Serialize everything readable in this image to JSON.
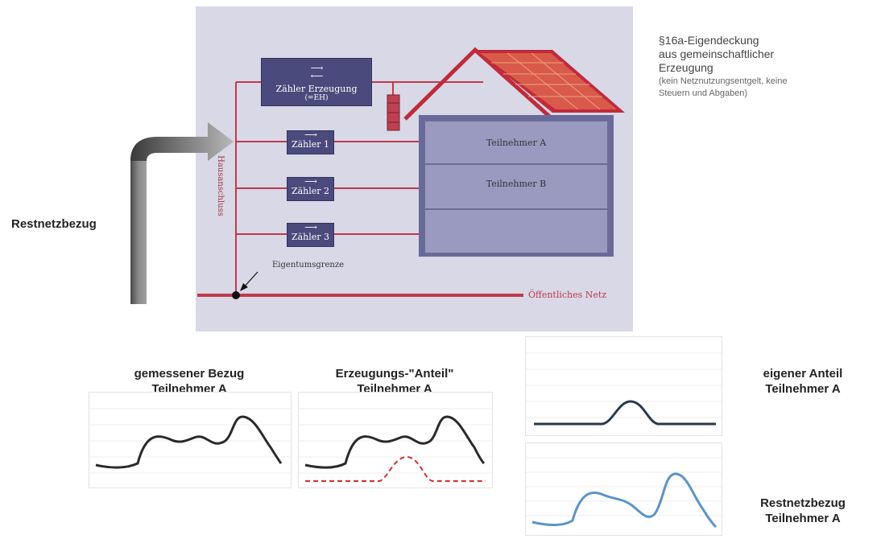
{
  "diagram": {
    "meter_generation": {
      "label": "Zähler Erzeugung",
      "sub": "(=EH)"
    },
    "meters": [
      {
        "label": "Zähler 1"
      },
      {
        "label": "Zähler 2"
      },
      {
        "label": "Zähler 3"
      }
    ],
    "participants": [
      "Teilnehmer A",
      "Teilnehmer B"
    ],
    "vertical_label": "Hausanschluss",
    "ownership_boundary": "Eigentumsgrenze",
    "public_grid": "Öffentliches Netz",
    "left_label": "Restnetzbezug",
    "right_title": "§16a-Eigendeckung\naus gemeinschaftlicher\nErzeugung",
    "right_note": "(kein Netznutzungsentgelt, keine\nSteuern und Abgaben)"
  },
  "charts": {
    "c1": {
      "title1": "gemessener Bezug",
      "title2": "Teilnehmer A"
    },
    "c2": {
      "title1": "Erzeugungs-\"Anteil\"",
      "title2": "Teilnehmer A"
    },
    "c3": {
      "title1": "eigener Anteil",
      "title2": "Teilnehmer A"
    },
    "c4": {
      "title1": "Restnetzbezug",
      "title2": "Teilnehmer A"
    }
  },
  "colors": {
    "panel": "#d8d8e6",
    "meter": "#4a4a7c",
    "wire": "#c03a4a",
    "roof": "#c02a3a",
    "house": "#6a6a9a",
    "arrow_dark": "#6e6e6e",
    "curve_black": "#2a2a2a",
    "curve_red": "#d03030",
    "curve_blue": "#5a94c8"
  }
}
